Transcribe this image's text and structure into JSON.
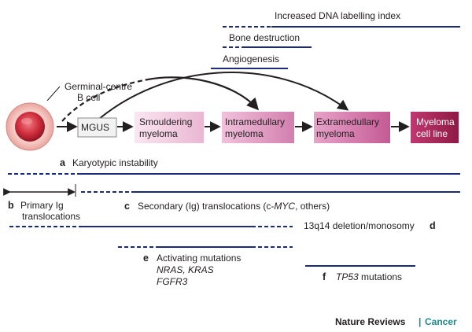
{
  "colors": {
    "line": "#1b2a7a",
    "arrow": "#231f20",
    "accent": "#1a8a8c"
  },
  "cell": {
    "label_line1": "Germinal-centre",
    "label_line2": "B cell"
  },
  "stages": [
    {
      "id": "mgus",
      "label": [
        "MGUS"
      ]
    },
    {
      "id": "smouldering",
      "label": [
        "Smouldering",
        "myeloma"
      ]
    },
    {
      "id": "intramedullary",
      "label": [
        "Intramedullary",
        "myeloma"
      ]
    },
    {
      "id": "extramedullary",
      "label": [
        "Extramedullary",
        "myeloma"
      ]
    },
    {
      "id": "cellline",
      "label": [
        "Myeloma",
        "cell line"
      ]
    }
  ],
  "top_events": {
    "dna_labelling": "Increased DNA labelling index",
    "bone_destruction": "Bone destruction",
    "angiogenesis": "Angiogenesis"
  },
  "events": {
    "a_letter": "a",
    "a_label": "Karyotypic instability",
    "b_letter": "b",
    "b_label_line1": "Primary Ig",
    "b_label_line2": "translocations",
    "c_letter": "c",
    "c_label_pre": "Secondary (Ig) translocations (c-",
    "c_label_italic": "MYC",
    "c_label_post": ", others)",
    "d_letter": "d",
    "d_label": "13q14 deletion/monosomy",
    "e_letter": "e",
    "e_label": "Activating mutations",
    "e_genes_line1": "NRAS, KRAS",
    "e_genes_line2": "FGFR3",
    "f_letter": "f",
    "f_label_gene": "TP53",
    "f_label_rest": " mutations"
  },
  "credit": {
    "journal": "Nature Reviews",
    "separator": "|",
    "section": "Cancer"
  }
}
